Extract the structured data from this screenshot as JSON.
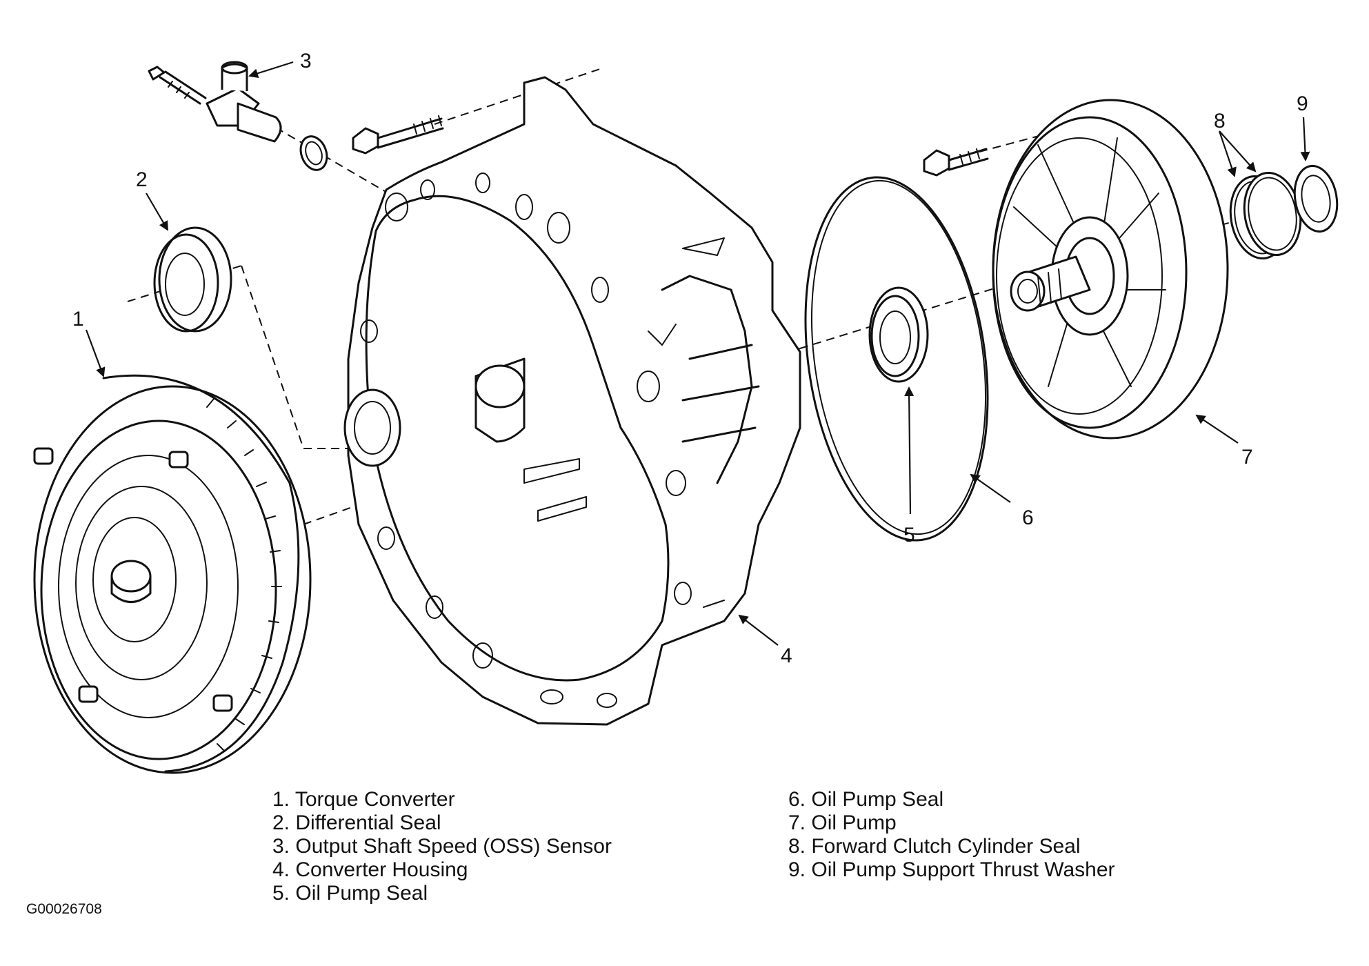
{
  "callouts": [
    "1",
    "2",
    "3",
    "4",
    "5",
    "6",
    "7",
    "8",
    "9"
  ],
  "legend_left": [
    "1. Torque Converter",
    "2. Differential Seal",
    "3. Output Shaft Speed (OSS) Sensor",
    "4. Converter Housing",
    "5. Oil Pump Seal"
  ],
  "legend_right": [
    "6. Oil Pump Seal",
    "7. Oil Pump",
    "8. Forward Clutch Cylinder Seal",
    "9. Oil Pump Support Thrust Washer"
  ],
  "figure_id": "G00026708"
}
